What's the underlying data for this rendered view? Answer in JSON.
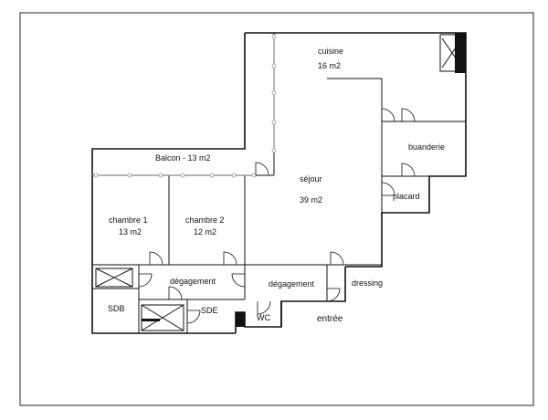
{
  "plan": {
    "rooms": {
      "cuisine": {
        "name": "cuisine",
        "area": "16 m2"
      },
      "buanderie": {
        "name": "buanderie"
      },
      "placard": {
        "name": "placard"
      },
      "balcon": {
        "name": "Balcon - 13 m2"
      },
      "sejour": {
        "name": "séjour",
        "area": "39 m2"
      },
      "chambre1": {
        "name": "chambre 1",
        "area": "13 m2"
      },
      "chambre2": {
        "name": "chambre 2",
        "area": "12 m2"
      },
      "degagement1": {
        "name": "dégagement"
      },
      "degagement2": {
        "name": "dégagement"
      },
      "dressing": {
        "name": "dressing"
      },
      "sdb": {
        "name": "SDB"
      },
      "sde": {
        "name": "SDE"
      },
      "wc": {
        "name": "WC"
      },
      "entree": {
        "name": "entrée"
      }
    },
    "colors": {
      "wall": "#111111",
      "window": "#8a8a8a",
      "fill": "#111111"
    }
  }
}
